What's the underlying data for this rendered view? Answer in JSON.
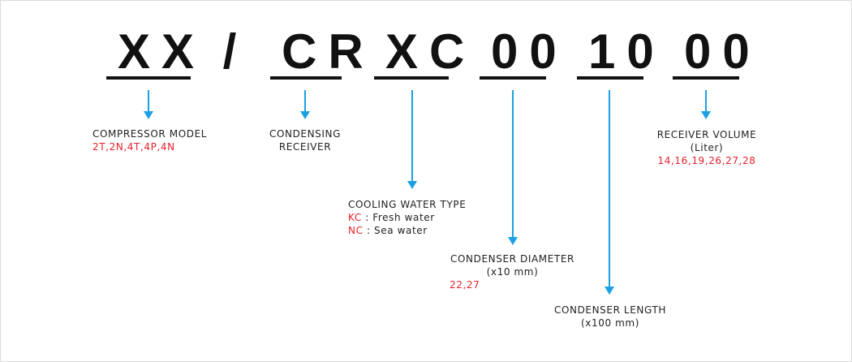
{
  "code": {
    "segments": [
      "XX",
      "CR",
      "XC",
      "00",
      "10",
      "00"
    ],
    "separator": "/"
  },
  "labels": {
    "compressor": {
      "title": "COMPRESSOR MODEL",
      "values": "2T,2N,4T,4P,4N"
    },
    "receiver": {
      "line1": "CONDENSING",
      "line2": "RECEIVER"
    },
    "cooling": {
      "title": "COOLING WATER TYPE",
      "kc_code": "KC",
      "kc_text": " : Fresh water",
      "nc_code": "NC",
      "nc_text": " : Sea water"
    },
    "diameter": {
      "title": "CONDENSER DIAMETER",
      "unit": "(x10 mm)",
      "values": "22,27"
    },
    "length": {
      "title": "CONDENSER LENGTH",
      "unit": "(x100 mm)"
    },
    "volume": {
      "title": "RECEIVER VOLUME",
      "unit": "(Liter)",
      "values": "14,16,19,26,27,28"
    }
  },
  "colors": {
    "arrow": "#1ba0e2",
    "highlight": "#e8202a",
    "text": "#111111"
  }
}
